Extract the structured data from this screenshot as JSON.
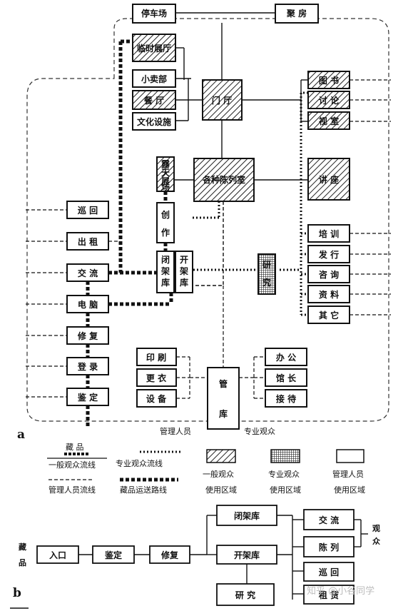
{
  "panel_a": {
    "letter": "a",
    "nodes": {
      "parking": "停车场",
      "kitchen": "聚  房",
      "temp_hall": "临时展厅",
      "shop": "小卖部",
      "restaurant": "餐  厅",
      "culture": "文化设施",
      "lobby": "门  厅",
      "library": "图  书",
      "discuss": "讨  论",
      "screening": "视  室",
      "outdoor": "露天展场",
      "exhibit": "各种陈列室",
      "lecture": "讲  座",
      "tour": "巡  回",
      "rent": "出  租",
      "exchange": "交  流",
      "computer": "电  脑",
      "repair": "修  复",
      "register": "登  录",
      "appraise": "鉴  定",
      "create": "创  作",
      "closed_store": "闭  架  库",
      "open_store": "开  架  库",
      "research": "研  究",
      "training": "培  训",
      "publish": "发  行",
      "consult": "咨  询",
      "material": "资  料",
      "other": "其  它",
      "print": "印  刷",
      "change": "更  衣",
      "equipment": "设  备",
      "manage": "管  库",
      "office": "办  公",
      "director": "馆  长",
      "reception": "接  待"
    },
    "bottom_labels": {
      "admin_staff": "管理人员",
      "pro_visitors": "专业观众"
    }
  },
  "legend": {
    "collection": "藏  品",
    "general_flow": "一般观众流线",
    "pro_flow": "专业观众流线",
    "staff_flow": "管理人员流线",
    "collection_route": "藏品运送路线",
    "general_area_1": "一般观众",
    "general_area_2": "使用区域",
    "pro_area_1": "专业观众",
    "pro_area_2": "使用区域",
    "staff_area_1": "管理人员",
    "staff_area_2": "使用区域"
  },
  "panel_b": {
    "letter": "b",
    "collection_1": "藏",
    "collection_2": "品",
    "entrance": "入口",
    "appraise": "鉴定",
    "repair": "修复",
    "closed_store": "闭架库",
    "open_store": "开架库",
    "research": "研  究",
    "exchange": "交  流",
    "display": "陈  列",
    "tour": "巡  回",
    "rent": "租  赁",
    "visitors_1": "观",
    "visitors_2": "众"
  },
  "watermark": "知乎 @小谷同学"
}
